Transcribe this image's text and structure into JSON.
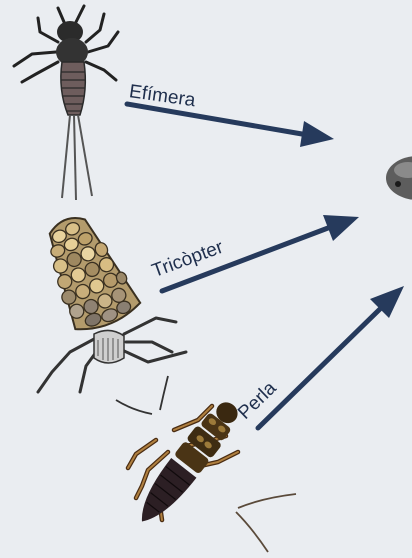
{
  "background_color": "#eaedf1",
  "arrow_color": "#263a5c",
  "organisms": [
    {
      "label": "Efímera",
      "icon": "mayfly-nymph-icon"
    },
    {
      "label": "Tricòpter",
      "icon": "caddisfly-larva-icon"
    },
    {
      "label": "Perla",
      "icon": "stonefly-nymph-icon"
    }
  ],
  "target": {
    "icon": "predator-fish-icon"
  }
}
